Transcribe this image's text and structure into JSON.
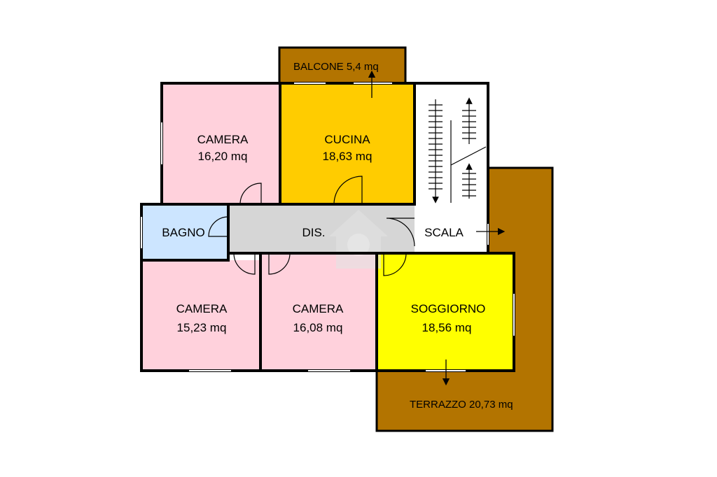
{
  "colors": {
    "wall": "#000000",
    "camera": "#ffd1dc",
    "cucina": "#ffcc00",
    "bagno": "#cce5ff",
    "soggiorno": "#ffff00",
    "outdoor": "#b37400",
    "disimpegno": "#d6d6d6",
    "scala": "#ffffff",
    "watermark": "#dddddd"
  },
  "rooms": {
    "camera_top": {
      "name": "CAMERA",
      "area": "16,20 mq"
    },
    "cucina": {
      "name": "CUCINA",
      "area": "18,63 mq"
    },
    "bagno": {
      "name": "BAGNO"
    },
    "disimpegno": {
      "name": "DIS."
    },
    "scala": {
      "name": "SCALA"
    },
    "camera_bl": {
      "name": "CAMERA",
      "area": "15,23 mq"
    },
    "camera_bm": {
      "name": "CAMERA",
      "area": "16,08 mq"
    },
    "soggiorno": {
      "name": "SOGGIORNO",
      "area": "18,56 mq"
    },
    "balcone": {
      "label": "BALCONE 5,4 mq"
    },
    "terrazzo": {
      "label": "TERRAZZO 20,73 mq"
    }
  }
}
